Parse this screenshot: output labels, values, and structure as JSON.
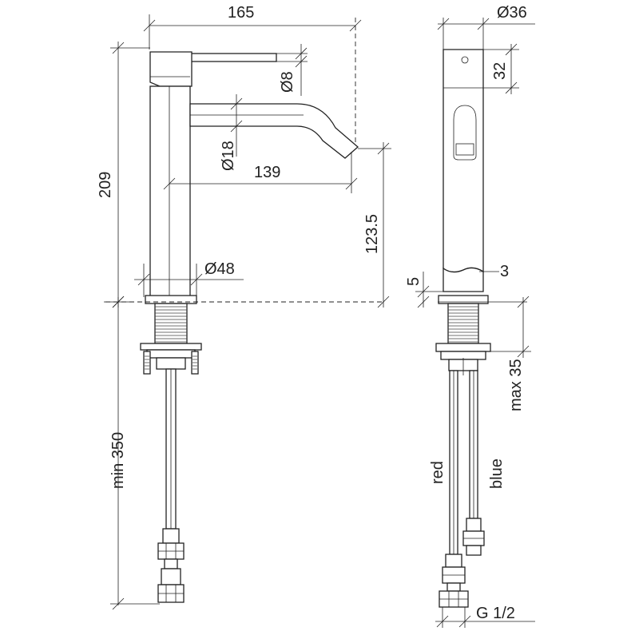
{
  "dimensions": {
    "overall_width": "165",
    "body_diameter": "Ø36",
    "handle_diameter": "Ø8",
    "height_32": "32",
    "spout_diameter": "Ø18",
    "spout_reach": "139",
    "total_height": "209",
    "spout_height": "123.5",
    "base_diameter": "Ø48",
    "base_5": "5",
    "base_3": "3",
    "max_deck": "max 35",
    "min_hose": "min 350",
    "thread": "G 1/2"
  },
  "hoses": {
    "left": "red",
    "right": "blue"
  }
}
